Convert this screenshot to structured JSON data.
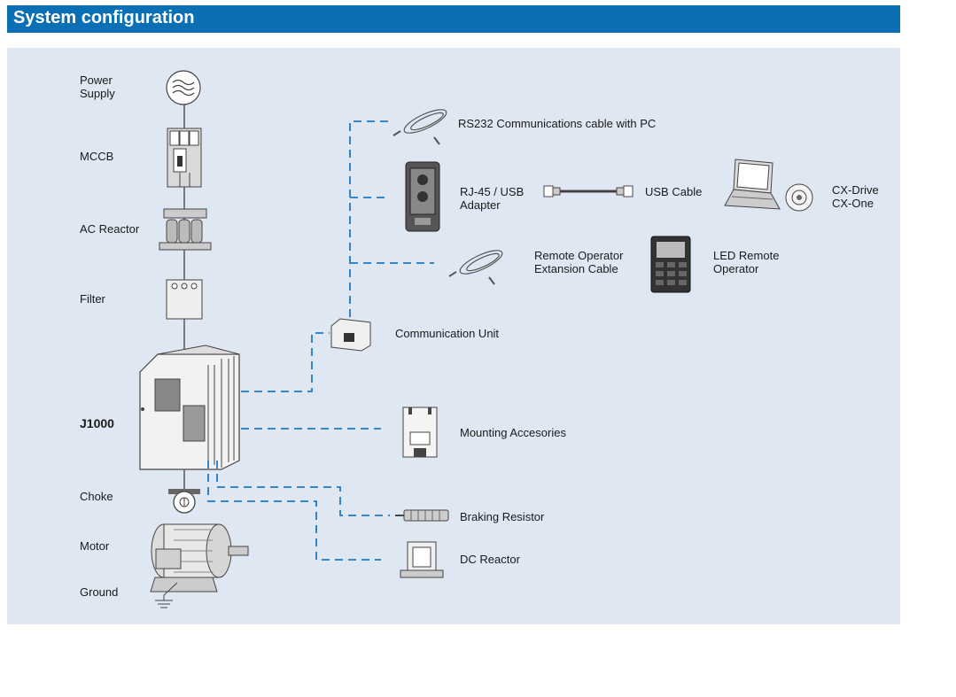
{
  "header": {
    "title": "System configuration"
  },
  "left_labels": {
    "power_supply_1": "Power",
    "power_supply_2": "Supply",
    "mccb": "MCCB",
    "ac_reactor": "AC Reactor",
    "filter": "Filter",
    "j1000": "J1000",
    "choke": "Choke",
    "motor": "Motor",
    "ground": "Ground"
  },
  "accessory_labels": {
    "rs232": "RS232 Communications cable with PC",
    "rj45_1": "RJ-45 / USB",
    "rj45_2": "Adapter",
    "usb_cable": "USB Cable",
    "cxdrive": "CX-Drive",
    "cxone": "CX-One",
    "remote_ext_1": "Remote Operator",
    "remote_ext_2": "Extansion Cable",
    "led_remote_1": "LED Remote",
    "led_remote_2": "Operator",
    "comm_unit": "Communication Unit",
    "mounting": "Mounting Accesories",
    "braking": "Braking Resistor",
    "dc_reactor": "DC Reactor"
  },
  "colors": {
    "header_bg": "#0a6fb4",
    "panel_bg": "#dfe7f3",
    "dashed_line": "#1f7ac4"
  }
}
